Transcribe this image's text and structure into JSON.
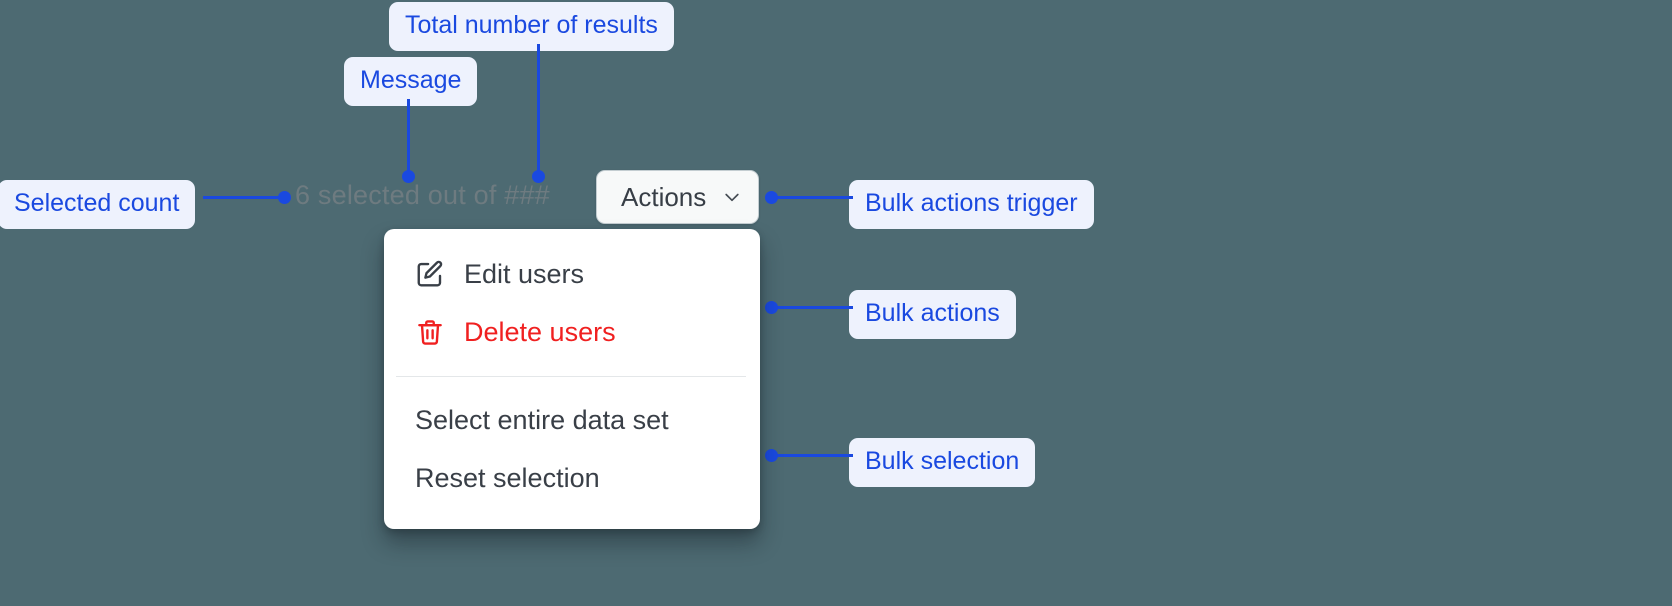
{
  "theme": {
    "background": "#4d6a72",
    "annotation_color": "#1a49e0",
    "annotation_background": "#eef2fd",
    "panel_background": "#ffffff",
    "danger_color": "#f02020",
    "muted_text": "#6e7b80"
  },
  "toolbar": {
    "selected_message": "6 selected out of ###",
    "selected_count": "6",
    "total_results_placeholder": "###",
    "actions_button_label": "Actions",
    "chevron_icon": "chevron-down-icon"
  },
  "menu": {
    "groups": [
      {
        "items": [
          {
            "label": "Edit users",
            "icon": "edit-pencil-icon",
            "danger": false
          },
          {
            "label": "Delete users",
            "icon": "trash-icon",
            "danger": true
          }
        ]
      },
      {
        "items": [
          {
            "label": "Select entire data set",
            "icon": null,
            "danger": false
          },
          {
            "label": "Reset selection",
            "icon": null,
            "danger": false
          }
        ]
      }
    ]
  },
  "annotations": [
    {
      "id": "total-results",
      "label": "Total number of results"
    },
    {
      "id": "message",
      "label": "Message"
    },
    {
      "id": "selected-count",
      "label": "Selected count"
    },
    {
      "id": "bulk-actions-trigger",
      "label": "Bulk actions trigger"
    },
    {
      "id": "bulk-actions",
      "label": "Bulk actions"
    },
    {
      "id": "bulk-selection",
      "label": "Bulk selection"
    }
  ]
}
